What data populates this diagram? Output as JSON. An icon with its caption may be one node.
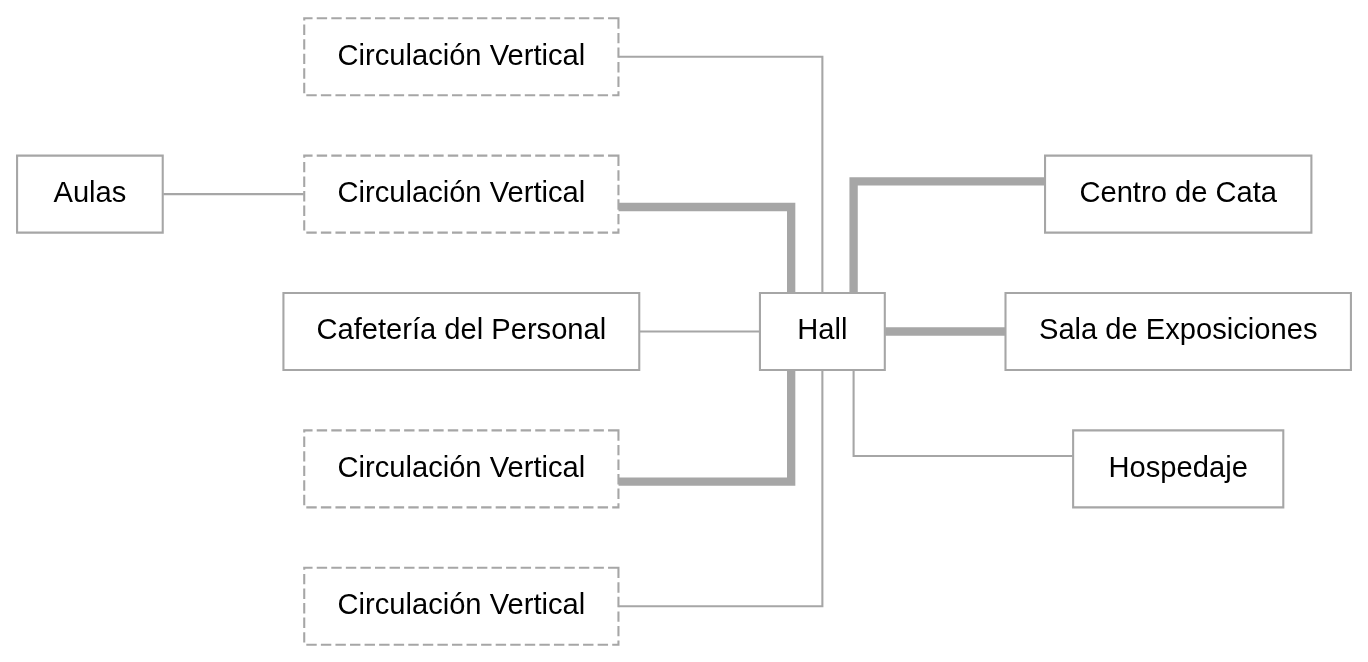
{
  "diagram": {
    "nodes": [
      {
        "text": [
          "Circulación Vertical"
        ]
      },
      {
        "text": [
          "Circulación Vertical"
        ]
      },
      {
        "text": [
          "Cafetería del Personal"
        ]
      },
      {
        "text": [
          "Aulas"
        ]
      },
      {
        "text": [
          "Centro de Cata"
        ]
      },
      {
        "text": [
          "Circulación Vertical"
        ]
      },
      {
        "text": [
          "Sala de Exposiciones"
        ]
      },
      {
        "text": [
          "Circulación Vertical"
        ]
      },
      {
        "text": [
          "Hall"
        ]
      },
      {
        "text": [
          "Hospedaje"
        ]
      }
    ],
    "edges": [
      {
        "from": 0,
        "to": 8,
        "arrow": "none"
      },
      {
        "from": 2,
        "to": 8,
        "arrow": "none"
      },
      {
        "from": 3,
        "to": 1,
        "arrow": "none"
      },
      {
        "from": 1,
        "to": 8,
        "arrow": "none",
        "style": "thick"
      },
      {
        "from": 5,
        "to": 8,
        "arrow": "none",
        "style": "thick"
      },
      {
        "from": 8,
        "to": 4,
        "arrow": "none",
        "style": "thick"
      },
      {
        "from": 8,
        "to": 6,
        "arrow": "none",
        "style": "thick"
      },
      {
        "from": 7,
        "to": 8,
        "arrow": "none"
      },
      {
        "from": 8,
        "to": 9,
        "arrow": "none"
      }
    ]
  }
}
